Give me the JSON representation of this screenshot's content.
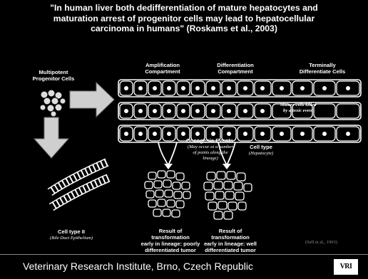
{
  "quote": {
    "line1": "\"In human liver both dedifferentiation of mature hepatocytes and",
    "line2": "maturation arrest of progenitor cells may lead to hepatocellular",
    "line3": "carcinoma in humans\" (Roskams et al., 2003)"
  },
  "labels": {
    "multipotent1": "Multipotent",
    "multipotent2": "Progenitor Cells",
    "amplification1": "Amplification",
    "amplification2": "Compartment",
    "differentiation1": "Differentiation",
    "differentiation2": "Compartment",
    "terminal1": "Terminally",
    "terminal2": "Differentiate Cells",
    "mature1": "Mature cells killed",
    "mature2": "by a toxic event",
    "oncogenic": "Oncogenic Events",
    "may1": "(May occur at a number",
    "may2": "of points along the",
    "may3": "lineage)",
    "celltype1": "Cell type",
    "celltype2": "(Hepatocyte)",
    "celltype2b": "Cell type II",
    "bile": "(Bile Duct Epithelium)",
    "poor1": "Result of transformation",
    "poor2": "early in lineage: poorly",
    "poor3": "differentiated tumor",
    "well1": "Result of transformation",
    "well2": "early in lineage: well",
    "well3": "differentiated tumor"
  },
  "reference": "(Sell et al., 1993)",
  "footer": {
    "text": "Veterinary Research Institute, Brno, Czech Republic",
    "logo": "VRI"
  }
}
